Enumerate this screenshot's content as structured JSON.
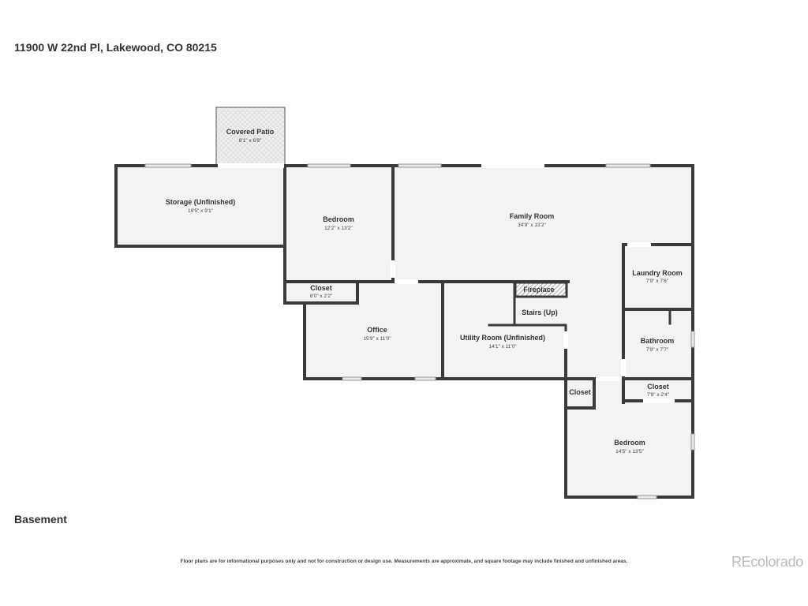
{
  "header": {
    "address": "11900 W 22nd Pl, Lakewood, CO 80215"
  },
  "floor": {
    "name": "Basement"
  },
  "footer": {
    "disclaimer": "Floor plans are for informational purposes only and not for construction or design use. Measurements are approximate, and square footage may include finished and unfinished areas.",
    "brand": "REcolorado"
  },
  "rooms": {
    "covered_patio": {
      "name": "Covered Patio",
      "dims": "8'1\" x 6'8\""
    },
    "storage": {
      "name": "Storage (Unfinished)",
      "dims": "19'5\" x 9'1\""
    },
    "bedroom1": {
      "name": "Bedroom",
      "dims": "12'2\" x 13'2\""
    },
    "family_room": {
      "name": "Family Room",
      "dims": "34'9\" x 13'2\""
    },
    "laundry": {
      "name": "Laundry Room",
      "dims": "7'9\" x 7'6\""
    },
    "closet1": {
      "name": "Closet",
      "dims": "8'0\" x 2'2\""
    },
    "fireplace": {
      "name": "Fireplace"
    },
    "stairs": {
      "name": "Stairs (Up)"
    },
    "office": {
      "name": "Office",
      "dims": "15'9\" x 11'0\""
    },
    "utility": {
      "name": "Utility Room (Unfinished)",
      "dims": "14'1\" x 11'0\""
    },
    "bathroom": {
      "name": "Bathroom",
      "dims": "7'9\" x 7'7\""
    },
    "closet2": {
      "name": "Closet"
    },
    "closet3": {
      "name": "Closet",
      "dims": "7'9\" x 2'4\""
    },
    "bedroom2": {
      "name": "Bedroom",
      "dims": "14'5\" x 13'5\""
    }
  },
  "colors": {
    "wall": "#3a3a3a",
    "floor": "#f3f3f3",
    "patio": "#eeeeee"
  }
}
